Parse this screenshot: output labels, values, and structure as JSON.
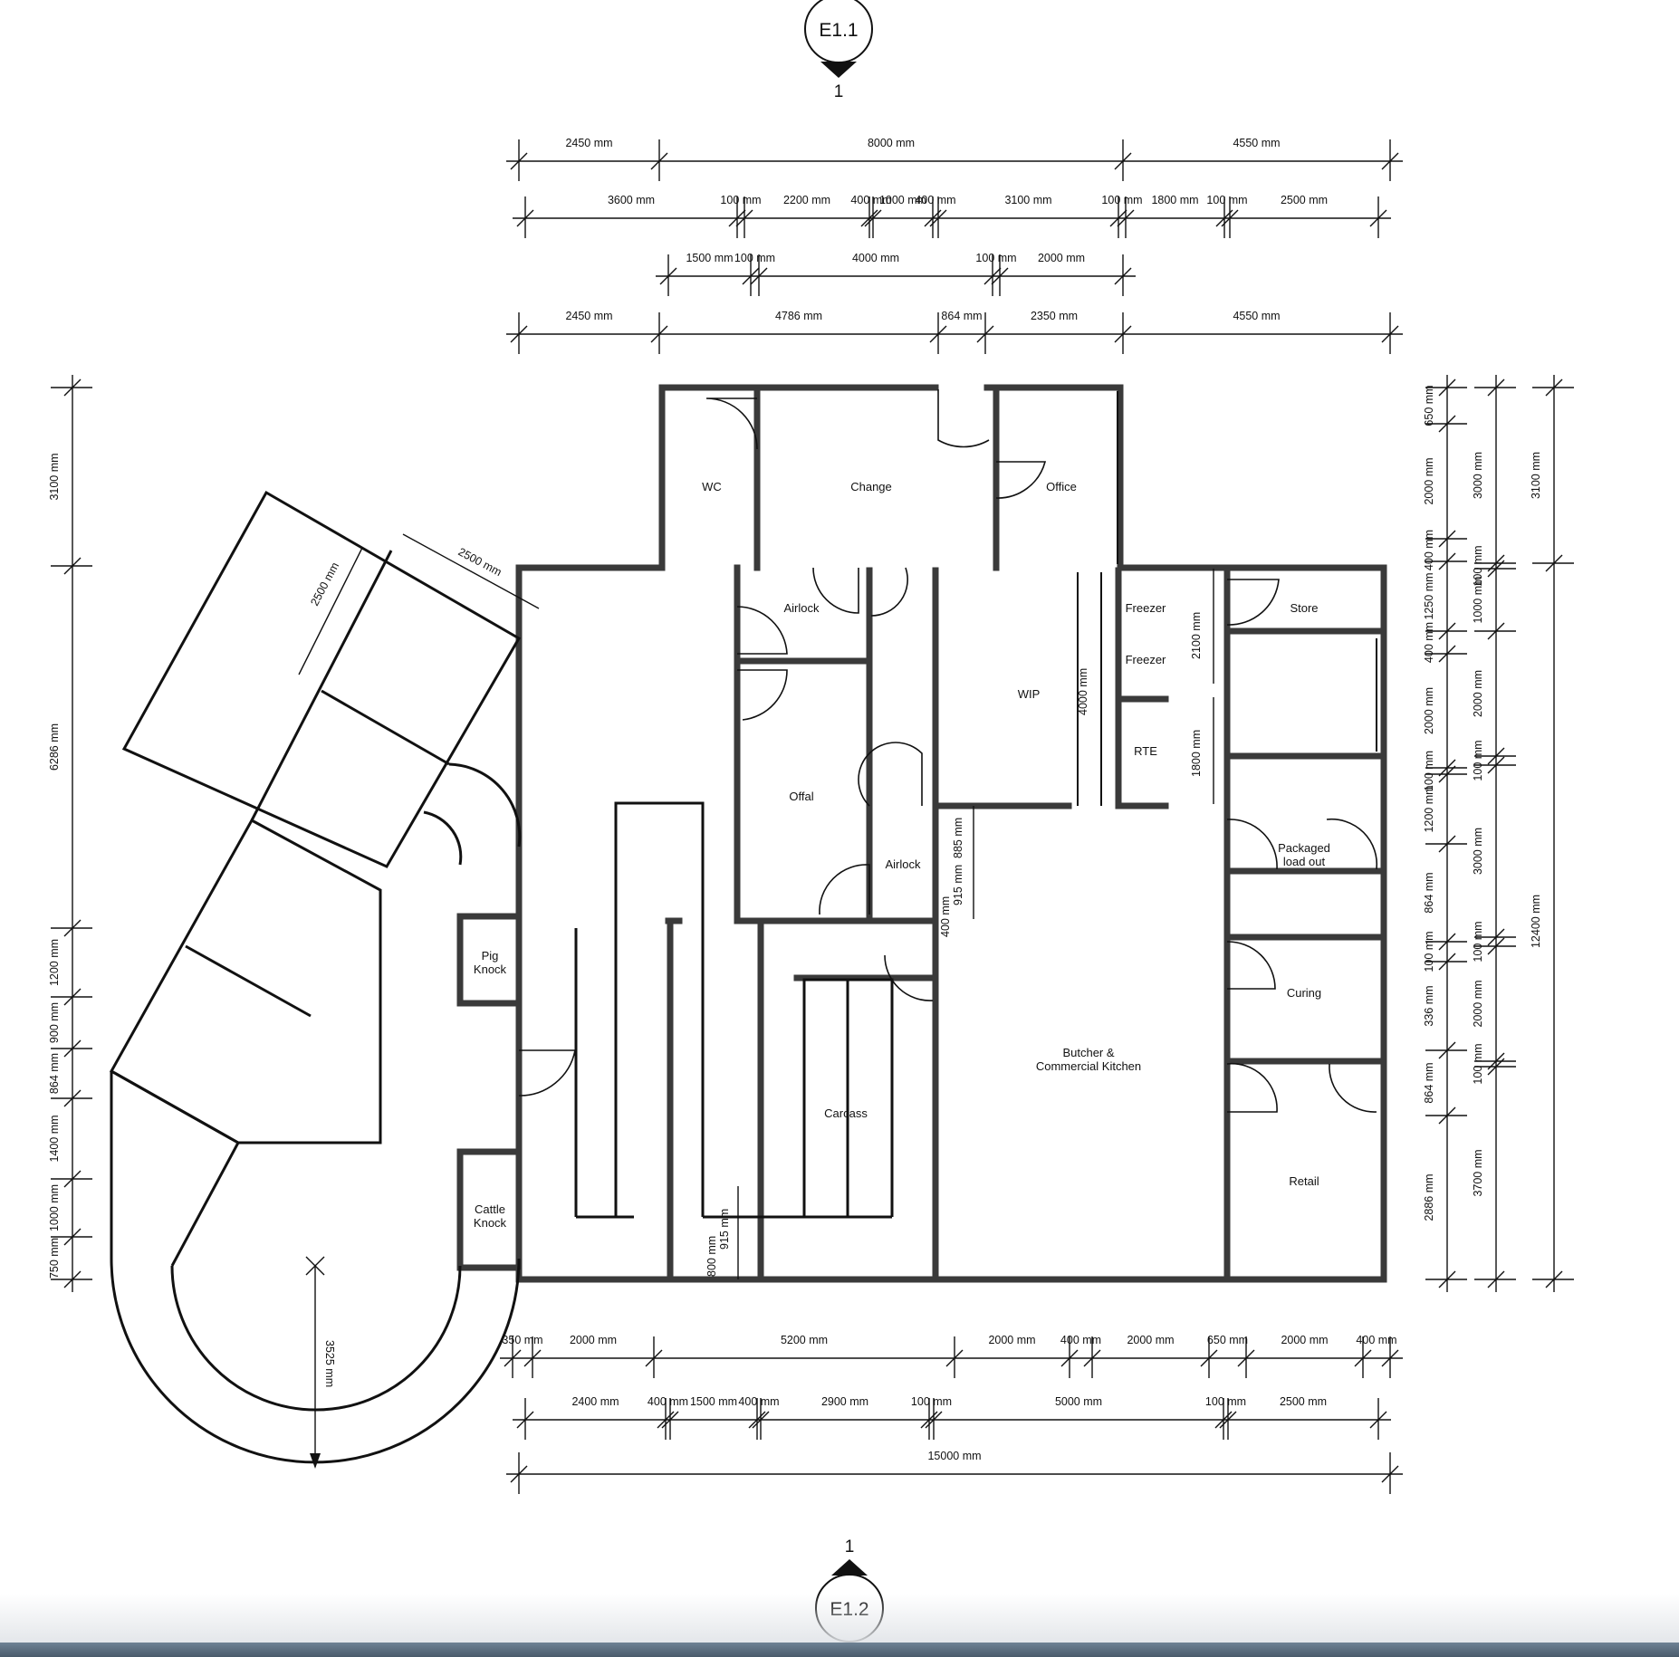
{
  "markers": {
    "top": {
      "id": "E1.1",
      "num": "1"
    },
    "bottom": {
      "id": "E1.2",
      "num": "1"
    }
  },
  "rooms": {
    "wc": "WC",
    "change": "Change",
    "office": "Office",
    "airlock_top": "Airlock",
    "freezer1": "Freezer",
    "freezer2": "Freezer",
    "store": "Store",
    "wip": "WIP",
    "rte": "RTE",
    "offal": "Offal",
    "airlock_mid": "Airlock",
    "packaged_1": "Packaged",
    "packaged_2": "load out",
    "curing": "Curing",
    "pig_1": "Pig",
    "pig_2": "Knock",
    "butcher_1": "Butcher &",
    "butcher_2": "Commercial Kitchen",
    "carcass": "Carcass",
    "retail": "Retail",
    "cattle_1": "Cattle",
    "cattle_2": "Knock"
  },
  "dimensions": {
    "top_row1": [
      "2450 mm",
      "8000 mm",
      "4550 mm"
    ],
    "top_row2": [
      "3600 mm",
      "100 mm",
      "2200 mm",
      "400 mm",
      "1000 mm",
      "400 mm",
      "3100 mm",
      "100 mm",
      "1800 mm",
      "100 mm",
      "2500 mm"
    ],
    "top_row3": [
      "1500 mm",
      "100 mm",
      "4000 mm",
      "100 mm",
      "2000 mm"
    ],
    "top_row4": [
      "2450 mm",
      "4786 mm",
      "864 mm",
      "2350 mm",
      "4550 mm"
    ],
    "bottom_row1": [
      "350 mm",
      "2000 mm",
      "5200 mm",
      "2000 mm",
      "400 mm",
      "2000 mm",
      "650 mm",
      "2000 mm",
      "400 mm"
    ],
    "bottom_row2": [
      "2400 mm",
      "400 mm",
      "1500 mm",
      "400 mm",
      "2900 mm",
      "100 mm",
      "5000 mm",
      "100 mm",
      "2500 mm"
    ],
    "bottom_total": "15000 mm",
    "left_outer": [
      "3100 mm",
      "6286 mm",
      "1200 mm",
      "900 mm",
      "864 mm",
      "1400 mm",
      "1000 mm",
      "750 mm"
    ],
    "right_inner": [
      "650 mm",
      "2000 mm",
      "400 mm",
      "1250 mm",
      "400 mm",
      "2000 mm",
      "100 mm",
      "1200 mm",
      "864 mm",
      "100 mm",
      "336 mm",
      "864 mm",
      "2886 mm"
    ],
    "right_mid": [
      "3000 mm",
      "100 mm",
      "1000 mm",
      "2000 mm",
      "100 mm",
      "3000 mm",
      "100 mm",
      "2000 mm",
      "100 mm",
      "3700 mm"
    ],
    "right_outer": [
      "3100 mm",
      "12400 mm"
    ],
    "interior": {
      "yard_a": "2500 mm",
      "yard_b": "2500 mm",
      "freezer_h": "2100 mm",
      "rte_h": "1800 mm",
      "wip_h": "4000 mm",
      "airlock_a": "885 mm",
      "airlock_b": "915 mm",
      "airlock_c": "400 mm",
      "carcass_a": "915 mm",
      "carcass_b": "800 mm",
      "radius": "3525 mm"
    }
  }
}
